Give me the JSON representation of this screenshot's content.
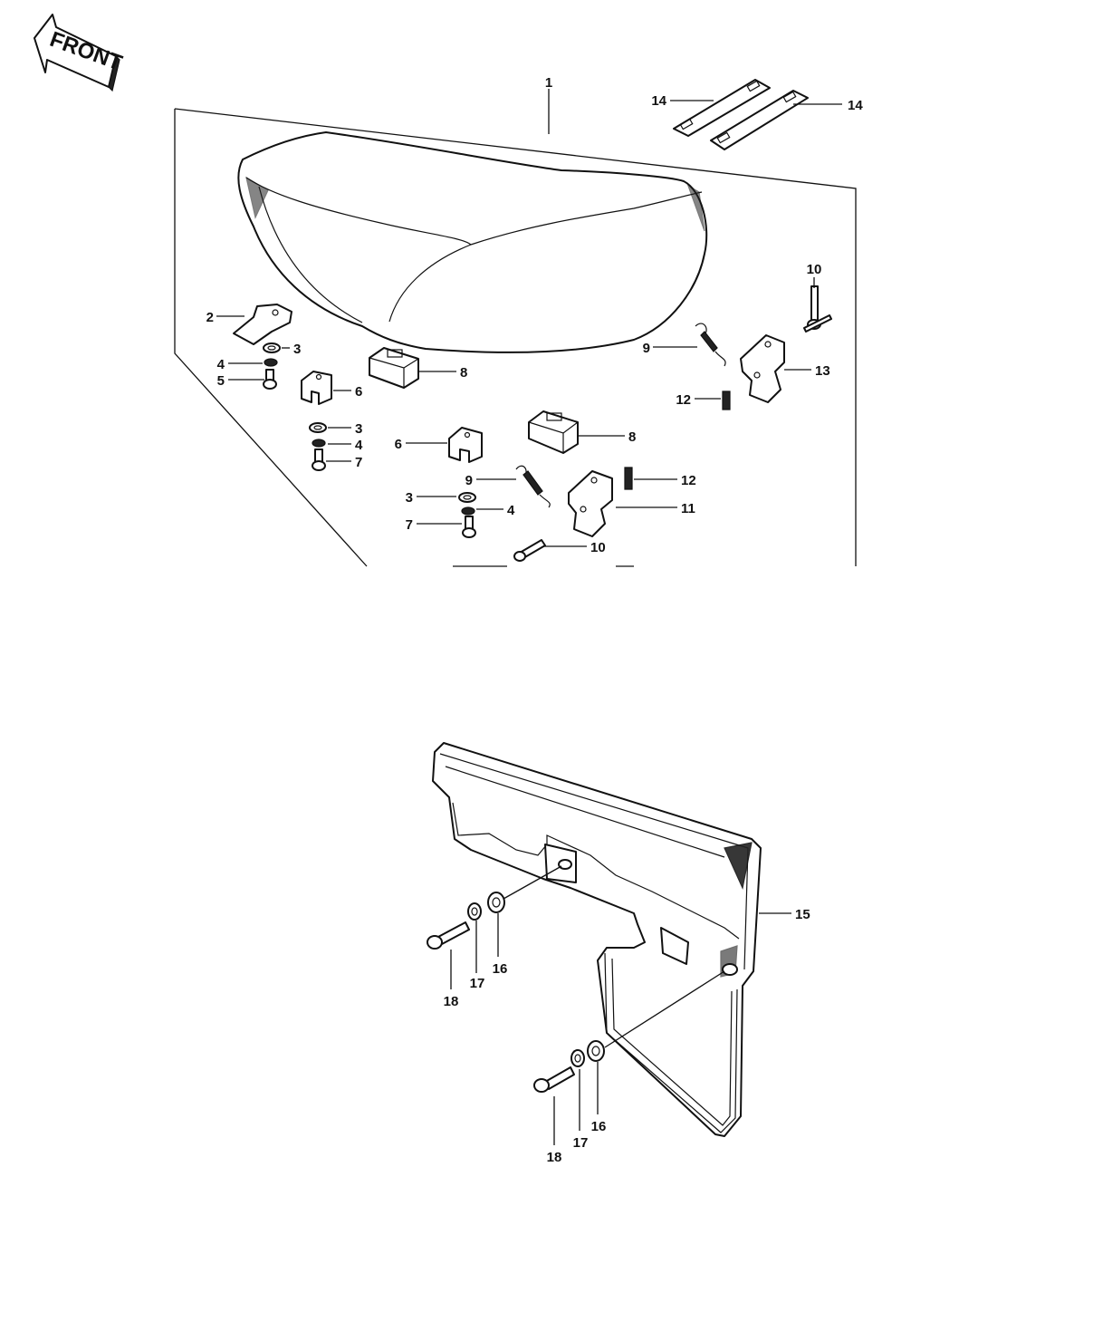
{
  "front_label": "FRONT",
  "labels": {
    "l1": "1",
    "l2": "2",
    "l3a": "3",
    "l3b": "3",
    "l3c": "3",
    "l4a": "4",
    "l4b": "4",
    "l4c": "4",
    "l5": "5",
    "l6a": "6",
    "l6b": "6",
    "l7a": "7",
    "l7b": "7",
    "l8a": "8",
    "l8b": "8",
    "l9a": "9",
    "l9b": "9",
    "l10a": "10",
    "l10b": "10",
    "l11": "11",
    "l12a": "12",
    "l12b": "12",
    "l13": "13",
    "l14a": "14",
    "l14b": "14",
    "l15": "15",
    "l16a": "16",
    "l16b": "16",
    "l17a": "17",
    "l17b": "17",
    "l18a": "18",
    "l18b": "18"
  },
  "colors": {
    "ink": "#111111",
    "paper": "#ffffff"
  }
}
